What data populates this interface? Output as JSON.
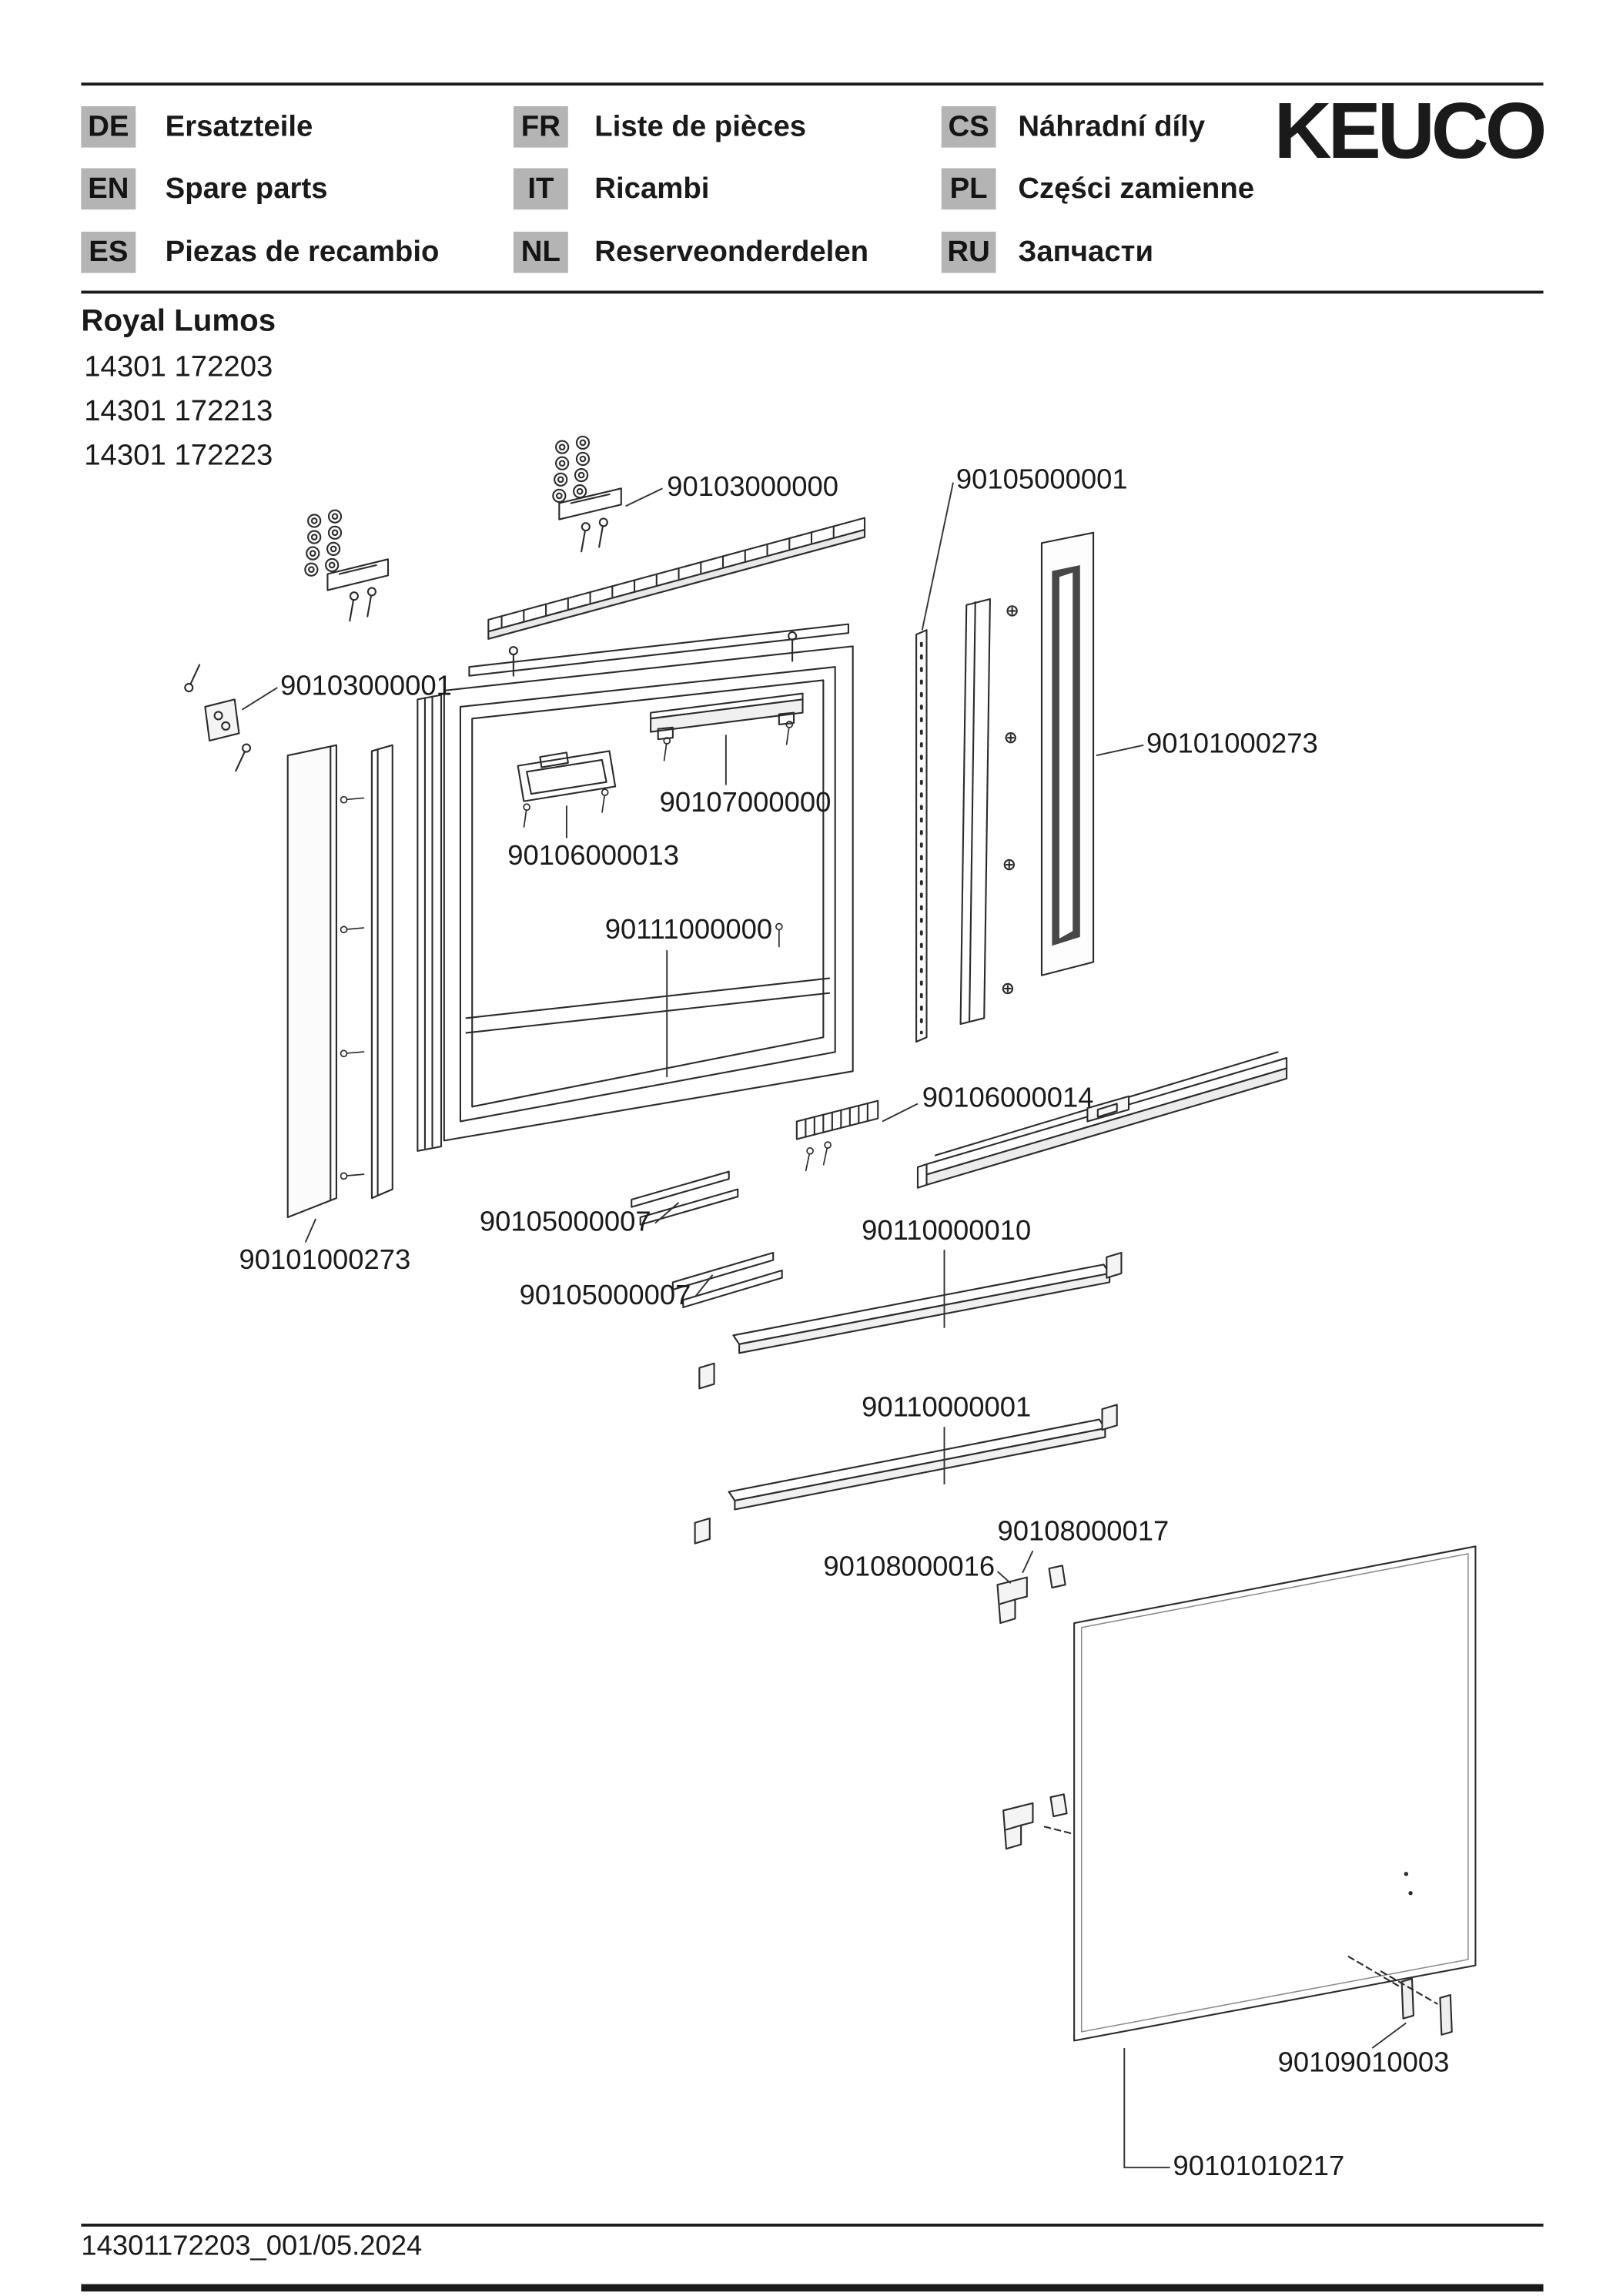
{
  "header": {
    "brand": "KEUCO",
    "languages": [
      {
        "code": "DE",
        "label": "Ersatzteile"
      },
      {
        "code": "EN",
        "label": "Spare parts"
      },
      {
        "code": "ES",
        "label": "Piezas de recambio"
      },
      {
        "code": "FR",
        "label": "Liste de pièces"
      },
      {
        "code": "IT",
        "label": "Ricambi"
      },
      {
        "code": "NL",
        "label": "Reserveonderdelen"
      },
      {
        "code": "CS",
        "label": "Náhradní díly"
      },
      {
        "code": "PL",
        "label": "Części zamienne"
      },
      {
        "code": "RU",
        "label": "Запчасти"
      }
    ]
  },
  "product": {
    "name": "Royal Lumos",
    "models": [
      "14301 172203",
      "14301 172213",
      "14301 172223"
    ]
  },
  "diagram": {
    "labels": [
      {
        "part": "90103000000"
      },
      {
        "part": "90105000001"
      },
      {
        "part": "90103000001"
      },
      {
        "part": "90101000273"
      },
      {
        "part": "90107000000"
      },
      {
        "part": "90106000013"
      },
      {
        "part": "90111000000"
      },
      {
        "part": "90106000014"
      },
      {
        "part": "90105000007"
      },
      {
        "part": "90110000010"
      },
      {
        "part": "90105000007"
      },
      {
        "part": "90110000001"
      },
      {
        "part": "90101000273"
      },
      {
        "part": "90108000017"
      },
      {
        "part": "90108000016"
      },
      {
        "part": "90109010003"
      },
      {
        "part": "90101010217"
      }
    ]
  },
  "footer": {
    "doc_id": "14301172203_001/05.2024"
  }
}
